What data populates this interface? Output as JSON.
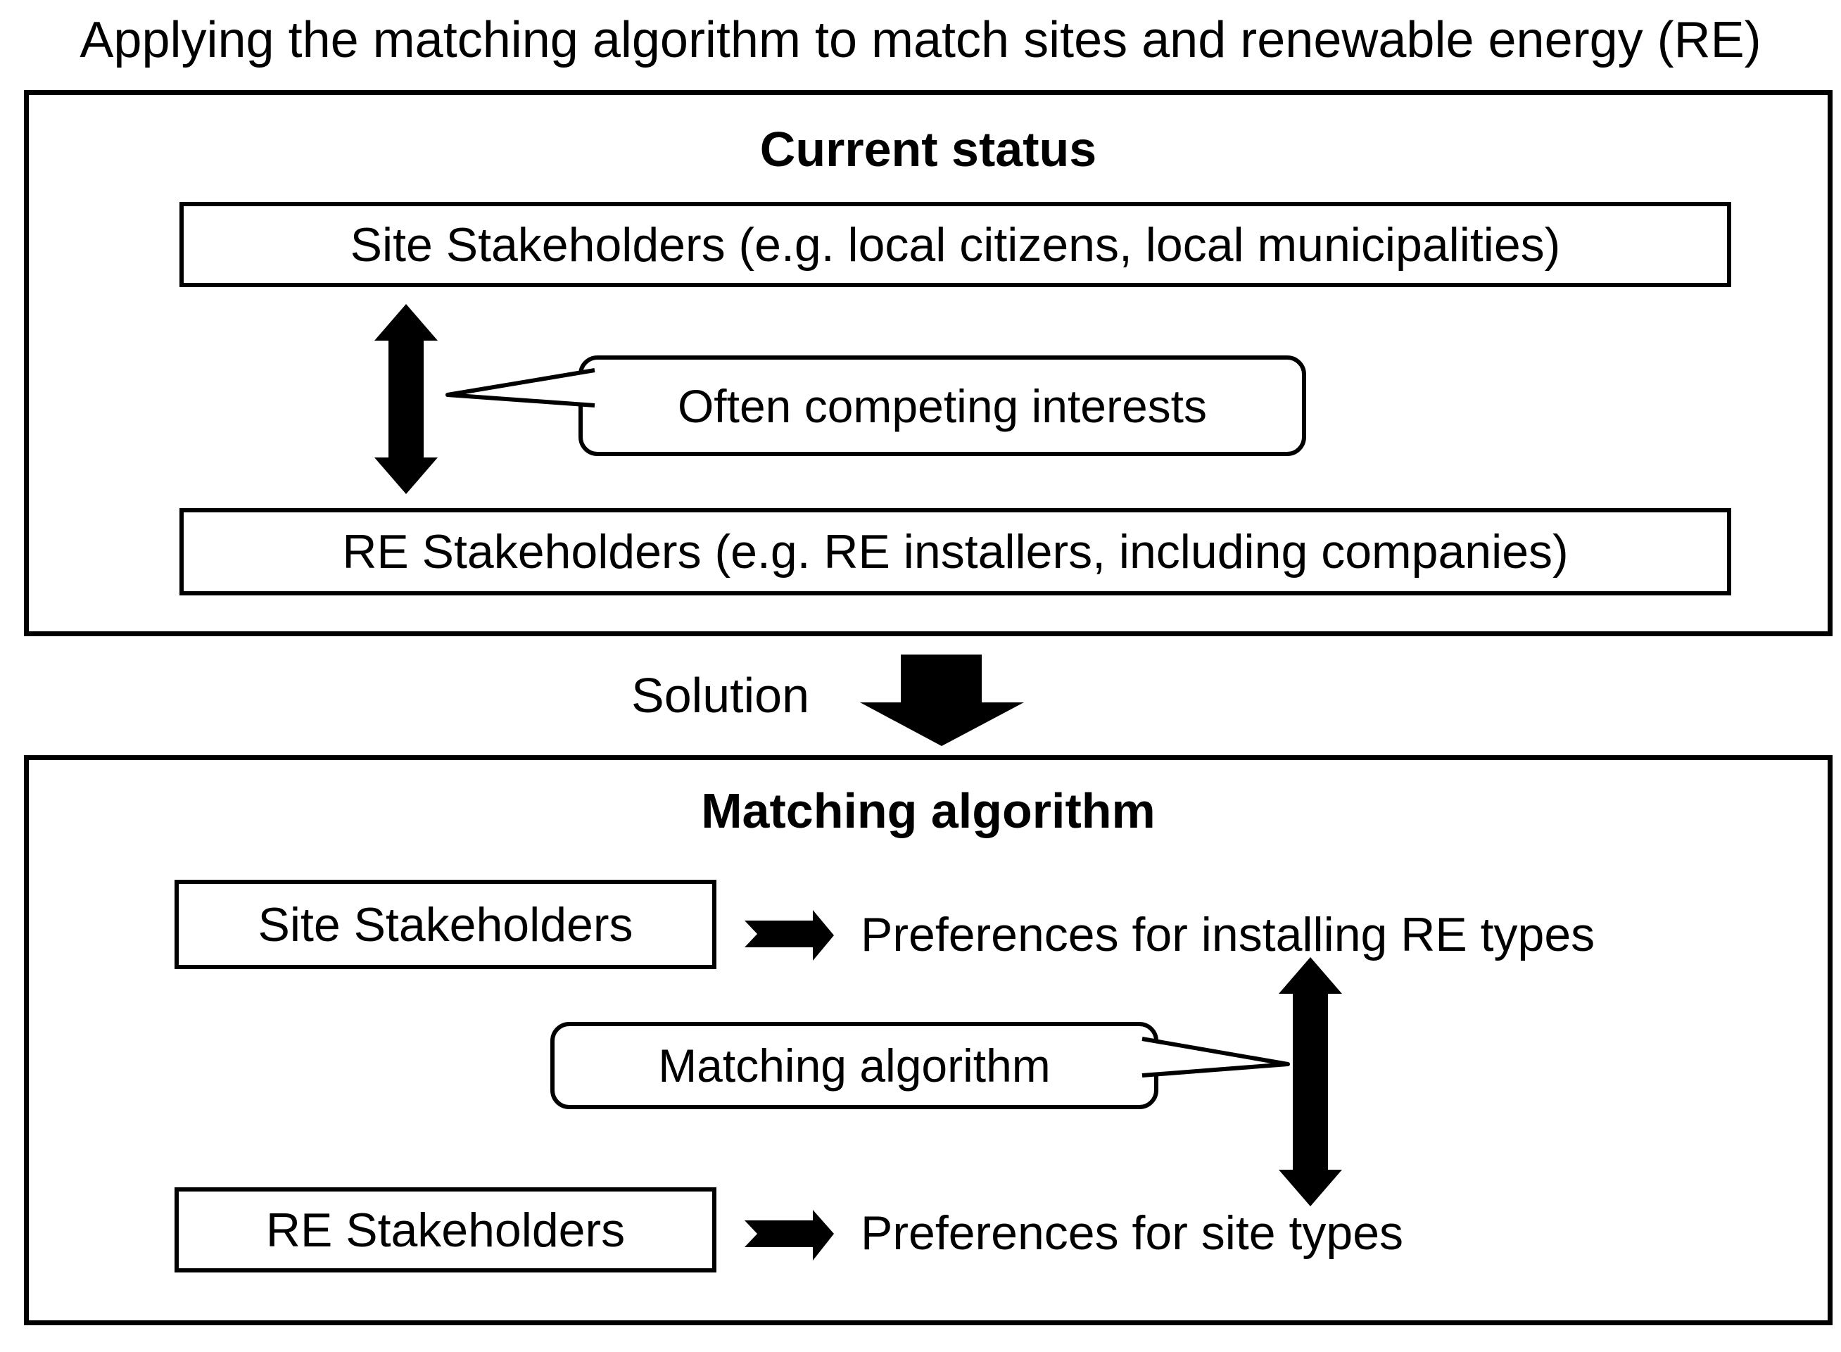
{
  "figure": {
    "title": "Applying the matching algorithm to match sites and renewable energy (RE)"
  },
  "current_status": {
    "header": "Current status",
    "site_stakeholders": "Site Stakeholders (e.g. local citizens, local municipalities)",
    "re_stakeholders": "RE Stakeholders (e.g. RE installers, including companies)",
    "callout": "Often competing interests"
  },
  "transition": {
    "label": "Solution"
  },
  "matching_algorithm": {
    "header": "Matching algorithm",
    "site_stakeholders": "Site Stakeholders",
    "site_preferences": "Preferences for installing RE types",
    "re_stakeholders": "RE Stakeholders",
    "re_preferences": "Preferences for site types",
    "callout": "Matching algorithm"
  },
  "colors": {
    "ink": "#000000",
    "paper": "#ffffff"
  }
}
